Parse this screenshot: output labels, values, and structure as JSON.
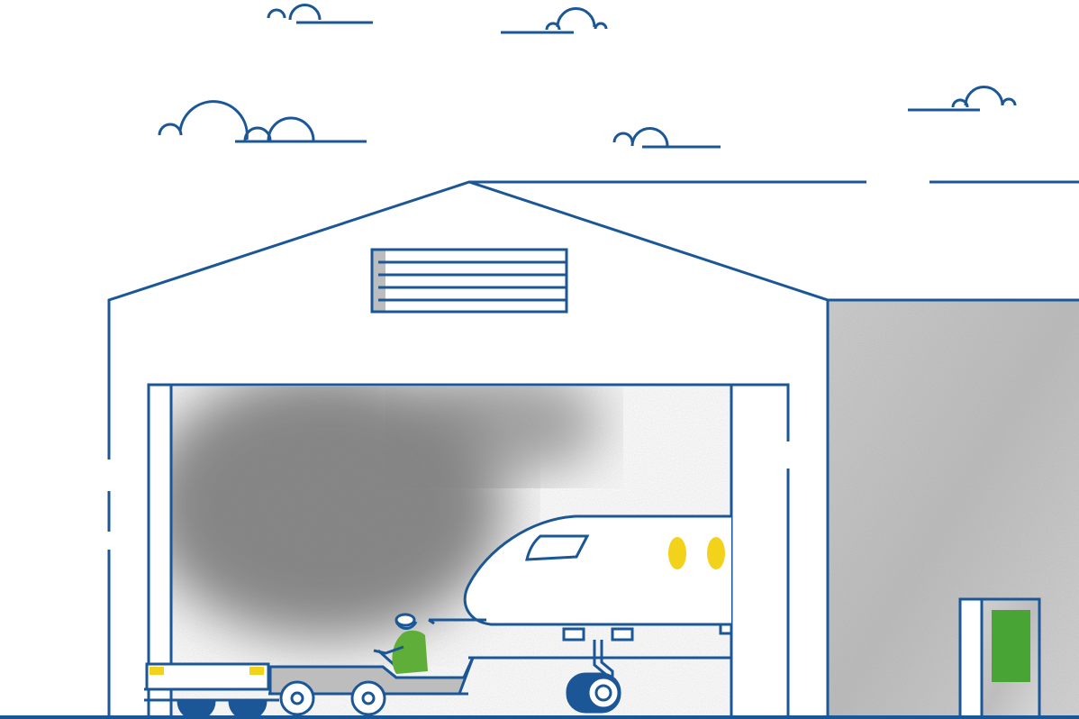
{
  "illustration": {
    "subject": "aircraft-hangar-scene",
    "colors": {
      "outline": "#1b5796",
      "window_yellow": "#f2d21b",
      "driver_green": "#5fae3a",
      "door_green": "#49a436",
      "gray_texture": "#9b9b9b",
      "background": "#ffffff"
    },
    "icons": [
      "cloud-icon",
      "hangar-building",
      "vent-grille",
      "airplane-nose",
      "baggage-tractor",
      "baggage-cart",
      "driver",
      "side-door"
    ]
  }
}
